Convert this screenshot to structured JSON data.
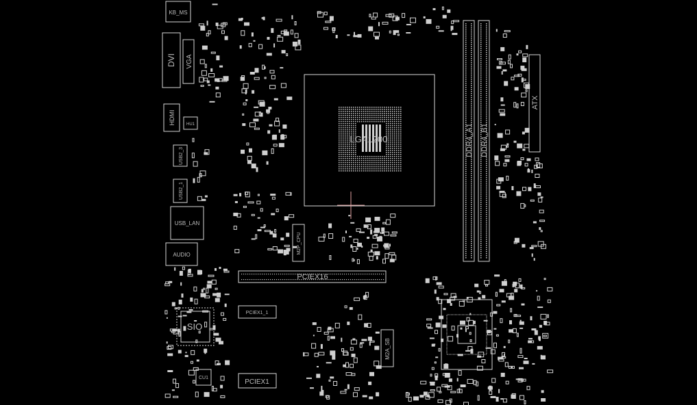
{
  "viewer": {
    "background": "#000000",
    "outline_color": "#d8d8d8",
    "cursor_color": "#e0a0a0"
  },
  "labels": {
    "kb_ms": "KB_MS",
    "dvi": "DVI",
    "vga": "VGA",
    "hdmi": "HDMI",
    "hu1": "HU1",
    "usb2_3": "USB2_3",
    "usb2_1": "USB2_1",
    "usb_lan": "USB_LAN",
    "audio": "AUDIO",
    "cpu_socket": "LGA1200",
    "ddr4_a1": "DDR4_A1",
    "ddr4_b1": "DDR4_B1",
    "atx": "ATX",
    "m2p_cpu": "M2P_CPU",
    "pciex16": "PCIEX16",
    "pciex1_1": "PCIEX1_1",
    "pciex1": "PCIEX1",
    "sio": "SIO",
    "cu1": "CU1",
    "m2a_sb": "M2A_SB"
  }
}
